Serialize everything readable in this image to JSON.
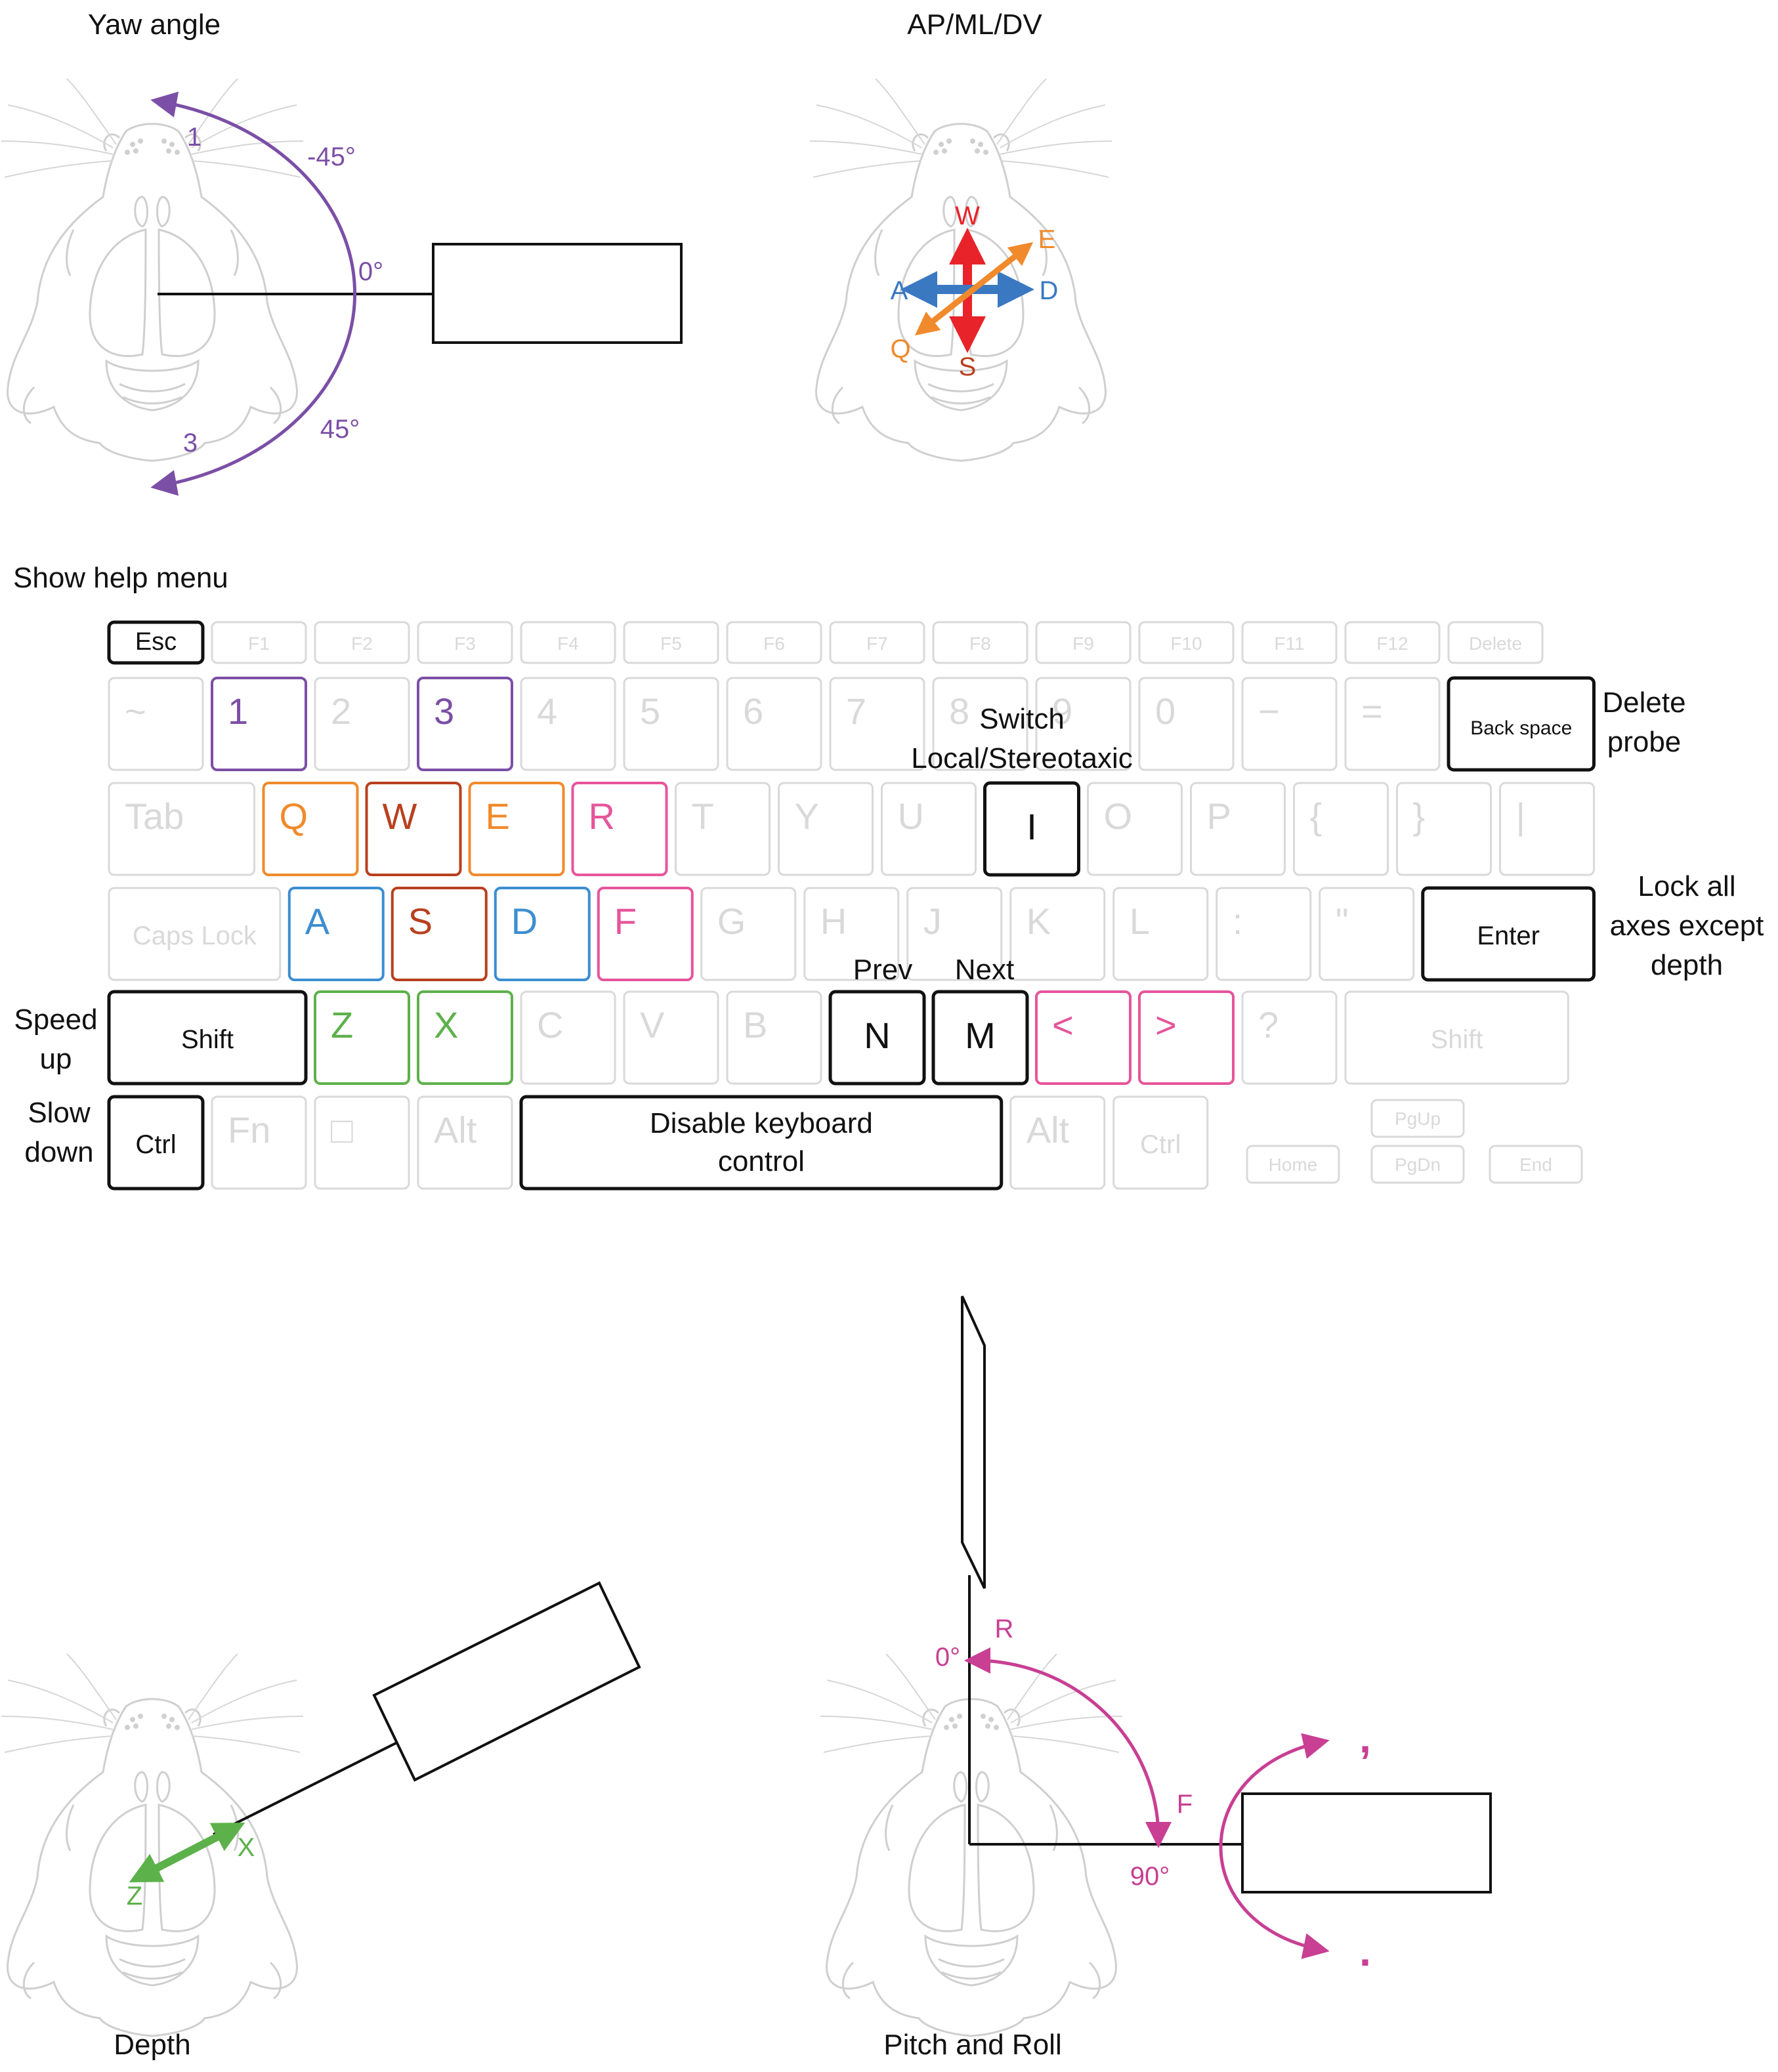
{
  "panels": {
    "yaw": {
      "title": "Yaw angle",
      "key_up": "1",
      "key_down": "3",
      "angle_neg": "-45°",
      "angle_zero": "0°",
      "angle_pos": "45°"
    },
    "apmldv": {
      "title": "AP/ML/DV",
      "w": "W",
      "s": "S",
      "a": "A",
      "d": "D",
      "e": "E",
      "q": "Q"
    },
    "depth": {
      "title": "Depth",
      "x": "X",
      "z": "Z"
    },
    "pitch_roll": {
      "title": "Pitch and Roll",
      "r": "R",
      "f": "F",
      "angle_zero": "0°",
      "angle_ninety": "90°",
      "comma": ",",
      "period": "."
    }
  },
  "keyboard": {
    "heading": "Show help menu",
    "rows": [
      {
        "y": 0,
        "keys": [
          {
            "label": "Esc",
            "w": 1,
            "style": "black"
          },
          {
            "label": "F1",
            "w": 1,
            "style": "faded"
          },
          {
            "label": "F2",
            "w": 1,
            "style": "faded"
          },
          {
            "label": "F3",
            "w": 1,
            "style": "faded"
          },
          {
            "label": "F4",
            "w": 1,
            "style": "faded"
          },
          {
            "label": "F5",
            "w": 1,
            "style": "faded"
          },
          {
            "label": "F6",
            "w": 1,
            "style": "faded"
          },
          {
            "label": "F7",
            "w": 1,
            "style": "faded"
          },
          {
            "label": "F8",
            "w": 1,
            "style": "faded"
          },
          {
            "label": "F9",
            "w": 1,
            "style": "faded"
          },
          {
            "label": "F10",
            "w": 1,
            "style": "faded"
          },
          {
            "label": "F11",
            "w": 1,
            "style": "faded"
          },
          {
            "label": "F12",
            "w": 1,
            "style": "faded"
          },
          {
            "label": "Delete",
            "w": 1,
            "style": "faded"
          }
        ]
      },
      {
        "y": 1,
        "keys": [
          {
            "label": "~",
            "w": 1,
            "style": "faded"
          },
          {
            "label": "1",
            "w": 1,
            "style": "purple"
          },
          {
            "label": "2",
            "w": 1,
            "style": "faded"
          },
          {
            "label": "3",
            "w": 1,
            "style": "purple"
          },
          {
            "label": "4",
            "w": 1,
            "style": "faded"
          },
          {
            "label": "5",
            "w": 1,
            "style": "faded"
          },
          {
            "label": "6",
            "w": 1,
            "style": "faded"
          },
          {
            "label": "7",
            "w": 1,
            "style": "faded"
          },
          {
            "label": "8",
            "w": 1,
            "style": "faded"
          },
          {
            "label": "9",
            "w": 1,
            "style": "faded"
          },
          {
            "label": "0",
            "w": 1,
            "style": "faded"
          },
          {
            "label": "−",
            "w": 1,
            "style": "faded"
          },
          {
            "label": "=",
            "w": 1,
            "style": "faded"
          },
          {
            "label": "Back space",
            "w": 1.5,
            "style": "black"
          }
        ]
      },
      {
        "y": 2,
        "keys": [
          {
            "label": "Tab",
            "w": 1.5,
            "style": "faded"
          },
          {
            "label": "Q",
            "w": 1,
            "style": "orange"
          },
          {
            "label": "W",
            "w": 1,
            "style": "red"
          },
          {
            "label": "E",
            "w": 1,
            "style": "orange"
          },
          {
            "label": "R",
            "w": 1,
            "style": "pink"
          },
          {
            "label": "T",
            "w": 1,
            "style": "faded"
          },
          {
            "label": "Y",
            "w": 1,
            "style": "faded"
          },
          {
            "label": "U",
            "w": 1,
            "style": "faded"
          },
          {
            "label": "I",
            "w": 1,
            "style": "black"
          },
          {
            "label": "O",
            "w": 1,
            "style": "faded"
          },
          {
            "label": "P",
            "w": 1,
            "style": "faded"
          },
          {
            "label": "{",
            "w": 1,
            "style": "faded"
          },
          {
            "label": "}",
            "w": 1,
            "style": "faded"
          },
          {
            "label": "|",
            "w": 1,
            "style": "faded"
          }
        ]
      },
      {
        "y": 3,
        "keys": [
          {
            "label": "Caps Lock",
            "w": 1.75,
            "style": "faded"
          },
          {
            "label": "A",
            "w": 1,
            "style": "blue"
          },
          {
            "label": "S",
            "w": 1,
            "style": "red"
          },
          {
            "label": "D",
            "w": 1,
            "style": "blue"
          },
          {
            "label": "F",
            "w": 1,
            "style": "pink"
          },
          {
            "label": "G",
            "w": 1,
            "style": "faded"
          },
          {
            "label": "H",
            "w": 1,
            "style": "faded"
          },
          {
            "label": "J",
            "w": 1,
            "style": "faded"
          },
          {
            "label": "K",
            "w": 1,
            "style": "faded"
          },
          {
            "label": "L",
            "w": 1,
            "style": "faded"
          },
          {
            "label": ":",
            "w": 1,
            "style": "faded"
          },
          {
            "label": "\"",
            "w": 1,
            "style": "faded"
          },
          {
            "label": "Enter",
            "w": 1.75,
            "style": "black"
          }
        ]
      },
      {
        "y": 4,
        "keys": [
          {
            "label": "Shift",
            "w": 2,
            "style": "black"
          },
          {
            "label": "Z",
            "w": 1,
            "style": "green"
          },
          {
            "label": "X",
            "w": 1,
            "style": "green"
          },
          {
            "label": "C",
            "w": 1,
            "style": "faded"
          },
          {
            "label": "V",
            "w": 1,
            "style": "faded"
          },
          {
            "label": "B",
            "w": 1,
            "style": "faded"
          },
          {
            "label": "N",
            "w": 1,
            "style": "black"
          },
          {
            "label": "M",
            "w": 1,
            "style": "black"
          },
          {
            "label": "<",
            "w": 1,
            "style": "pink"
          },
          {
            "label": ">",
            "w": 1,
            "style": "pink"
          },
          {
            "label": "?",
            "w": 1,
            "style": "faded"
          },
          {
            "label": "Shift",
            "w": 2.25,
            "style": "faded"
          }
        ]
      },
      {
        "y": 5,
        "keys": [
          {
            "label": "Ctrl",
            "w": 1,
            "style": "black"
          },
          {
            "label": "Fn",
            "w": 1,
            "style": "faded"
          },
          {
            "label": "□",
            "w": 1,
            "style": "faded"
          },
          {
            "label": "Alt",
            "w": 1,
            "style": "faded"
          },
          {
            "label": "Disable keyboard control",
            "w": 4.75,
            "style": "black"
          },
          {
            "label": "Alt",
            "w": 1,
            "style": "faded"
          },
          {
            "label": "Ctrl",
            "w": 1,
            "style": "faded"
          }
        ]
      }
    ],
    "nav_keys": [
      "PgUp",
      "PgDn",
      "Home",
      "End"
    ],
    "annotations": {
      "switch": "Switch\nLocal/Stereotaxic",
      "delete": "Delete\nprobe",
      "lock": "Lock all\naxes except\ndepth",
      "speed": "Speed\nup",
      "slow": "Slow\ndown",
      "prev": "Prev",
      "next": "Next"
    }
  },
  "colors": {
    "purple": "#7b4fa6",
    "orange": "#f08a2c",
    "red": "#b8401f",
    "red_arrow": "#e8232a",
    "blue": "#3c8ed0",
    "blue_arrow": "#3a78c2",
    "pink": "#e6559b",
    "magenta": "#c83f93",
    "green": "#5db14b",
    "faded": "#d9d9d9",
    "mouse": "#cfcfcf"
  }
}
